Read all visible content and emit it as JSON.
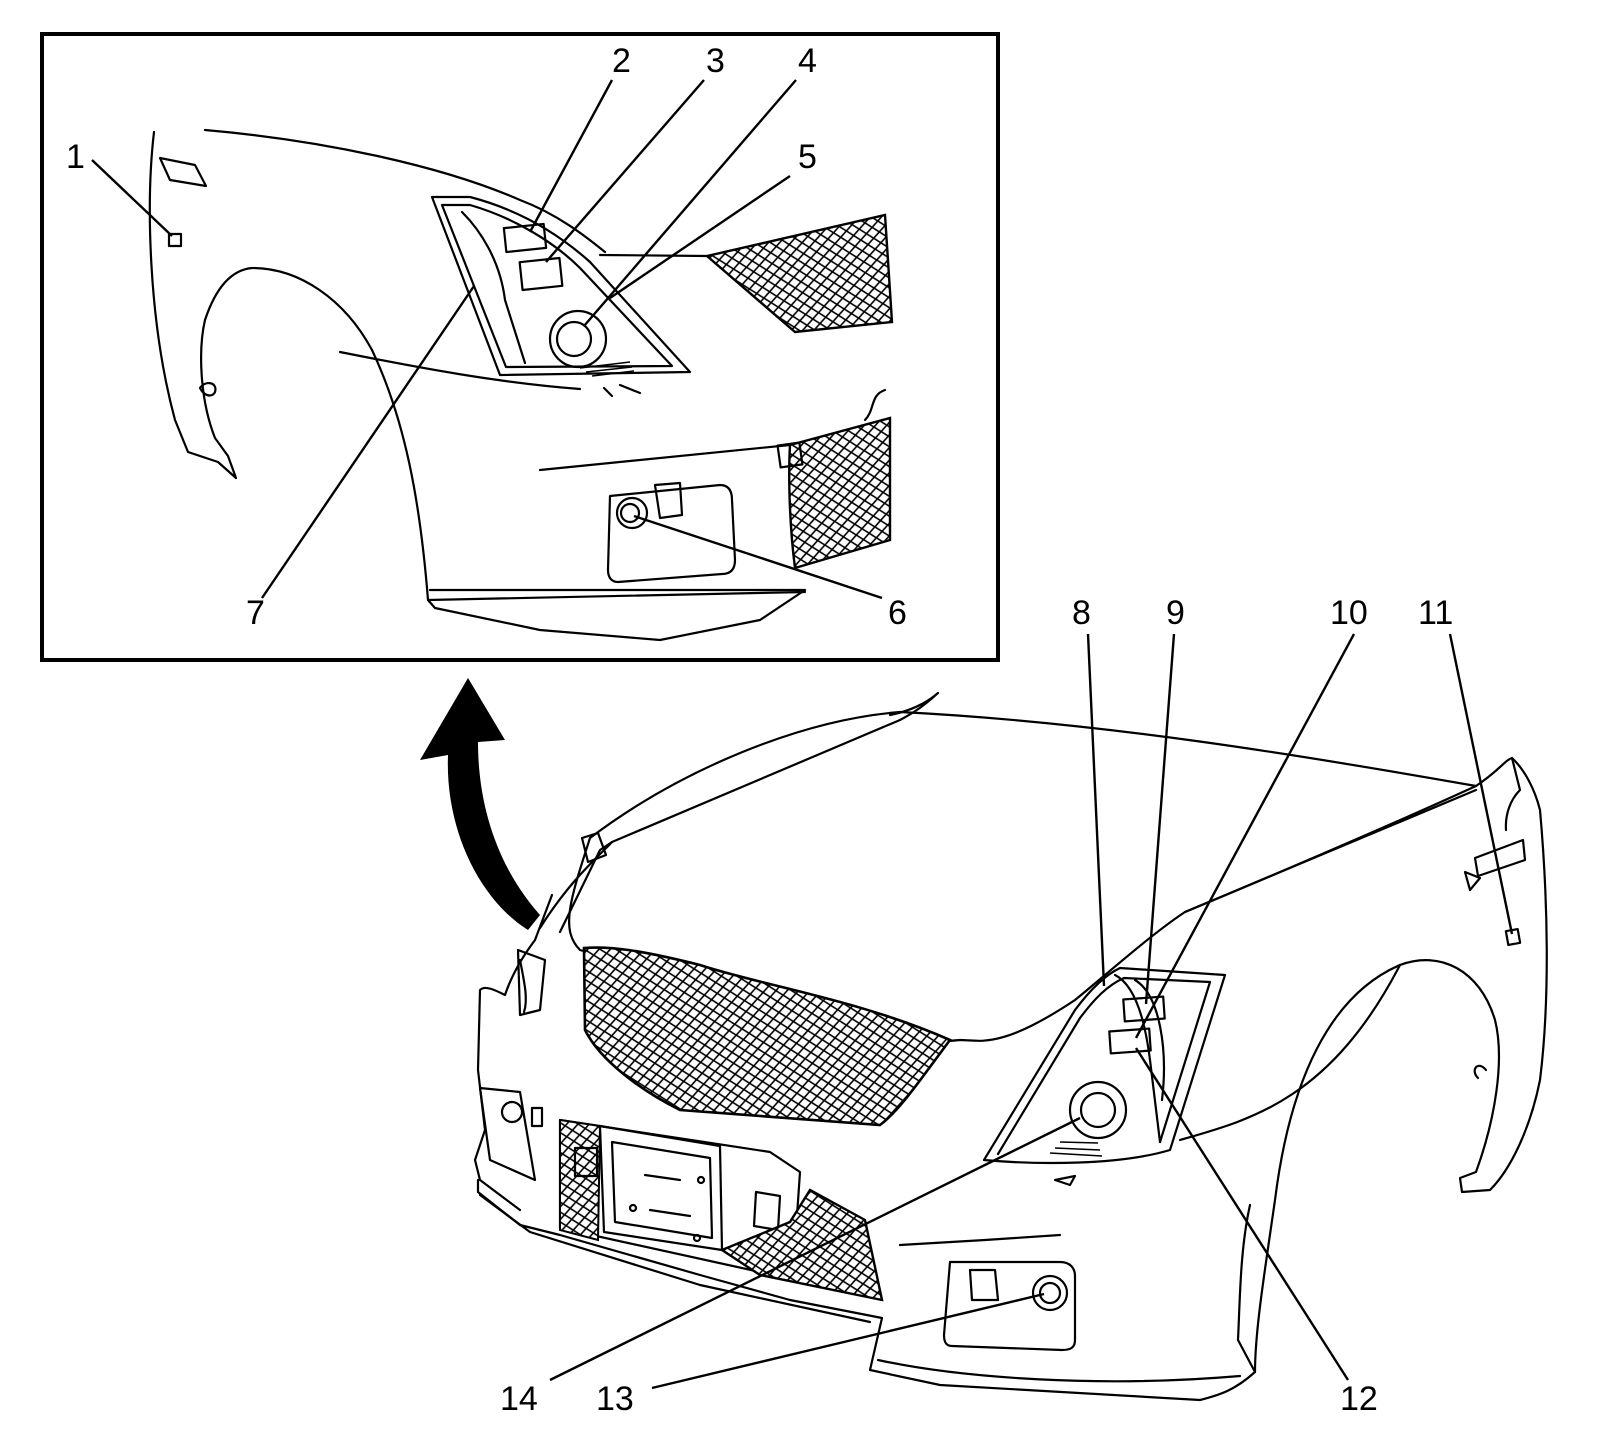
{
  "callouts": {
    "c1": "1",
    "c2": "2",
    "c3": "3",
    "c4": "4",
    "c5": "5",
    "c6": "6",
    "c7": "7",
    "c8": "8",
    "c9": "9",
    "c10": "10",
    "c11": "11",
    "c12": "12",
    "c13": "13",
    "c14": "14"
  },
  "colors": {
    "line": "#000000",
    "background": "#ffffff"
  },
  "icons": {
    "arrow": "curved-arrow-icon"
  }
}
